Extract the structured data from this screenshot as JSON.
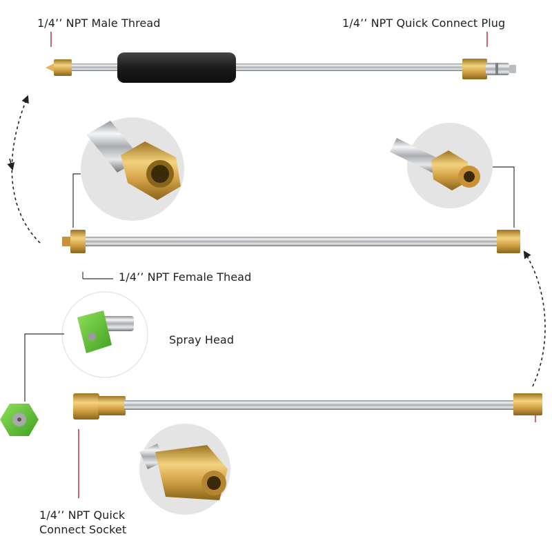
{
  "labels": {
    "male_thread": "1/4’’ NPT Male Thread",
    "quick_connect_plug": "1/4’’ NPT Quick Connect Plug",
    "female_thead": "1/4’’ NPT Female Thead",
    "spray_head": "Spray Head",
    "quick_connect_socket_line1": "1/4’’ NPT Quick",
    "quick_connect_socket_line2": "Connect Socket"
  },
  "colors": {
    "steel": "#c9ccd0",
    "brass": "#d8a94a",
    "grip": "#2a2a2a",
    "nozzle_green": "#62c238",
    "circle_bg": "#e4e4e4",
    "marker_red": "#b5282e"
  }
}
